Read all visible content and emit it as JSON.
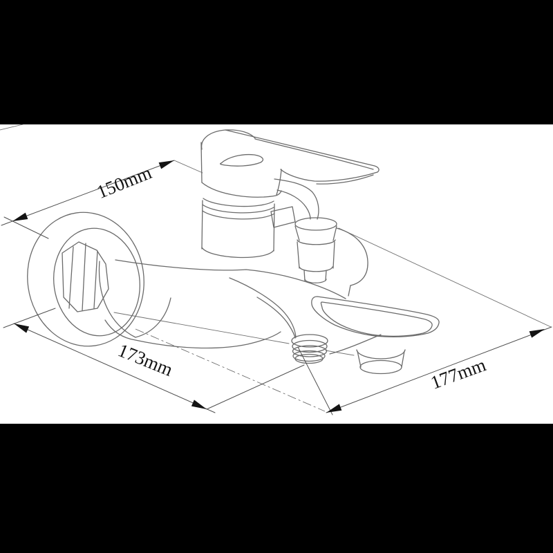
{
  "scene": {
    "background_color": "#000000",
    "canvas_color": "#ffffff",
    "object_line_color": "#6a6a6a",
    "dimension_line_color": "#4f4f4f",
    "annotation_text_color": "#141414"
  },
  "drawing": {
    "subject": "wall-mounted-bath-mixer-faucet-technical-drawing",
    "dimension_labels": [
      {
        "label": "150mm"
      },
      {
        "label": "173mm"
      },
      {
        "label": "177mm"
      }
    ]
  }
}
